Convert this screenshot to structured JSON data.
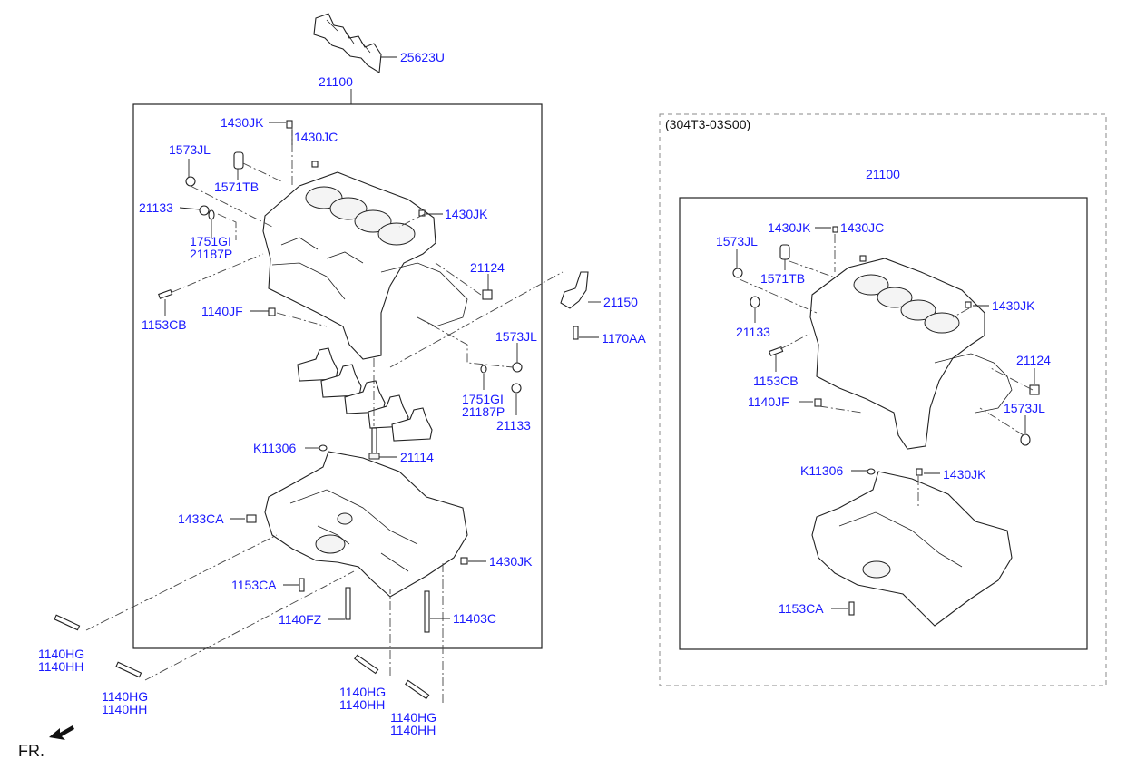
{
  "colors": {
    "label": "#1a1aff",
    "line": "#222222",
    "frame_dash": "#888888"
  },
  "left_group": {
    "assembly": "21100",
    "gasket": "25623U",
    "labels": [
      "1430JK",
      "1430JC",
      "1573JL",
      "1571TB",
      "21133",
      "1430JK",
      "1751GI",
      "21187P",
      "21124",
      "1153CB",
      "1140JF",
      "21150",
      "1170AA",
      "1573JL",
      "1751GI",
      "21187P",
      "21133",
      "K11306",
      "21114",
      "1433CA",
      "1430JK",
      "1153CA",
      "1140FZ",
      "11403C"
    ]
  },
  "bolts_outside": [
    "1140HG",
    "1140HH",
    "1140HG",
    "1140HH",
    "1140HG",
    "1140HH",
    "1140HG",
    "1140HH"
  ],
  "right_group": {
    "variant_code": "(304T3-03S00)",
    "assembly": "21100",
    "labels": [
      "1430JK",
      "1430JC",
      "1573JL",
      "1571TB",
      "1430JK",
      "21133",
      "1153CB",
      "21124",
      "1140JF",
      "1573JL",
      "K11306",
      "1430JK",
      "1153CA"
    ]
  },
  "direction": {
    "text": "FR.",
    "icon": "arrow-front-icon"
  }
}
